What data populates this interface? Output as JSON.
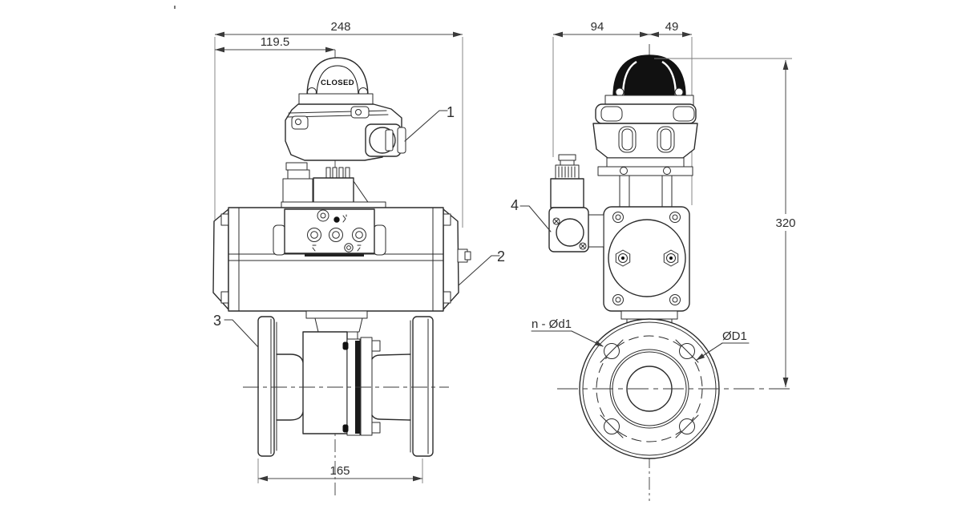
{
  "colors": {
    "background": "#ffffff",
    "line": "#2b2b2b",
    "dimension_line": "#4a4a4a",
    "text": "#2e2e2e",
    "dark_fill": "#111111"
  },
  "front_view": {
    "dimensions": {
      "overall_width": "248",
      "center_offset": "119.5",
      "face_to_face": "165"
    },
    "indicator_label": "CLOSED",
    "callouts": [
      {
        "number": "1",
        "part": "limit-switch-box"
      },
      {
        "number": "2",
        "part": "pneumatic-actuator"
      },
      {
        "number": "3",
        "part": "valve-body"
      }
    ]
  },
  "side_view": {
    "dimensions": {
      "width_left_of_center": "94",
      "width_right_of_center": "49",
      "overall_height": "320"
    },
    "callouts": [
      {
        "number": "4",
        "part": "solenoid-valve"
      }
    ],
    "flange_labels": {
      "bolt_holes": "n - Ød1",
      "bolt_circle": "ØD1"
    }
  }
}
